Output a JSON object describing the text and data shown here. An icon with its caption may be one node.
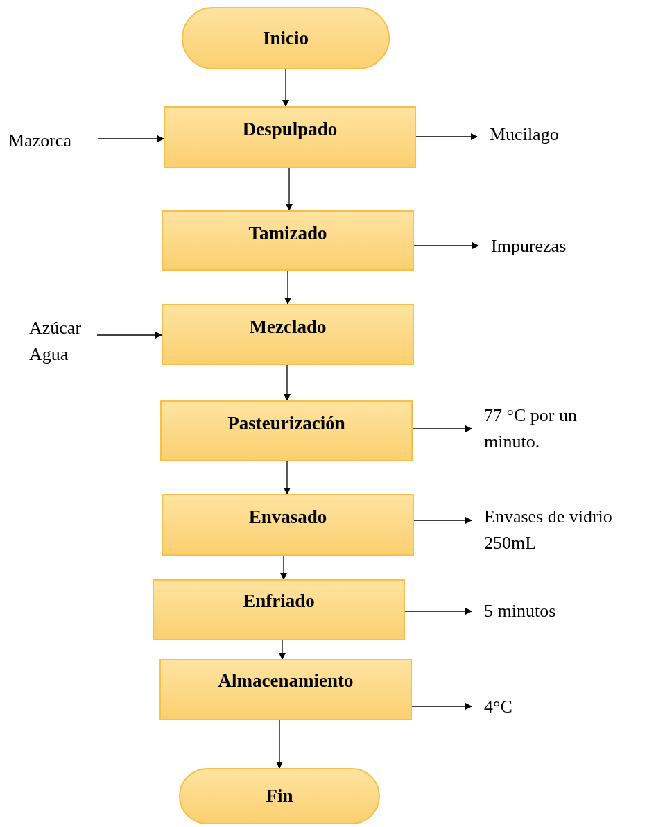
{
  "diagram": {
    "nodes": [
      {
        "text": [
          "Inicio"
        ]
      },
      {
        "text": [
          "Despulpado"
        ]
      },
      {
        "text": [
          "Tamizado"
        ]
      },
      {
        "text": [
          "Mezclado"
        ]
      },
      {
        "text": [
          "Pasteurización"
        ]
      },
      {
        "text": [
          "Envasado"
        ]
      },
      {
        "text": [
          "Enfriado"
        ]
      },
      {
        "text": [
          "Almacenamiento"
        ]
      },
      {
        "text": [
          "Fin"
        ]
      },
      {
        "text": [
          "Mazorca"
        ]
      },
      {
        "text": [
          "Mucilago"
        ]
      },
      {
        "text": [
          "Impurezas"
        ]
      },
      {
        "text": [
          "Azúcar",
          "Agua"
        ]
      },
      {
        "text": [
          "77 °C por un minuto."
        ]
      },
      {
        "text": [
          "Envases de vidrio 250mL"
        ]
      },
      {
        "text": [
          "5 minutos"
        ]
      },
      {
        "text": [
          "4°C"
        ]
      }
    ],
    "edges": [
      {
        "from": 0,
        "to": 1,
        "arrow": "to"
      },
      {
        "from": 1,
        "to": 2,
        "arrow": "to"
      },
      {
        "from": 2,
        "to": 3,
        "arrow": "to"
      },
      {
        "from": 3,
        "to": 4,
        "arrow": "to"
      },
      {
        "from": 4,
        "to": 5,
        "arrow": "to"
      },
      {
        "from": 5,
        "to": 6,
        "arrow": "to"
      },
      {
        "from": 6,
        "to": 7,
        "arrow": "to"
      },
      {
        "from": 7,
        "to": 8,
        "arrow": "to"
      },
      {
        "from": 9,
        "to": 1,
        "arrow": "to"
      },
      {
        "from": 1,
        "to": 10,
        "arrow": "to"
      },
      {
        "from": 2,
        "to": 11,
        "arrow": "to"
      },
      {
        "from": 12,
        "to": 3,
        "arrow": "to"
      },
      {
        "from": 4,
        "to": 13,
        "arrow": "to"
      },
      {
        "from": 5,
        "to": 14,
        "arrow": "to"
      },
      {
        "from": 6,
        "to": 15,
        "arrow": "to"
      },
      {
        "from": 7,
        "to": 16,
        "arrow": "to"
      }
    ]
  }
}
